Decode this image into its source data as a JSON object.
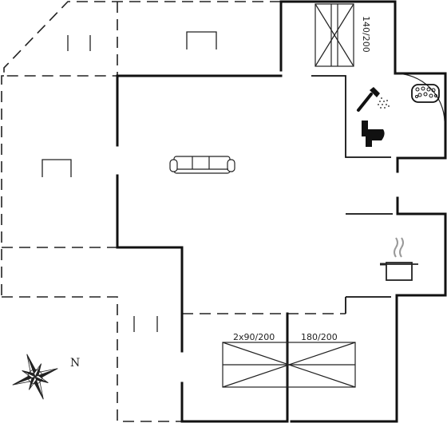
{
  "labels": {
    "bed_loft": "140/200",
    "bed_twin": "2x90/200",
    "bed_double": "180/200",
    "north": "N"
  },
  "icons": [
    "sofa-icon",
    "shower-icon",
    "toilet-icon",
    "hot-tub-icon",
    "cooking-pot-icon",
    "compass-rose-icon"
  ],
  "colors": {
    "wall": "#111111",
    "line": "#222222",
    "background": "#ffffff"
  }
}
